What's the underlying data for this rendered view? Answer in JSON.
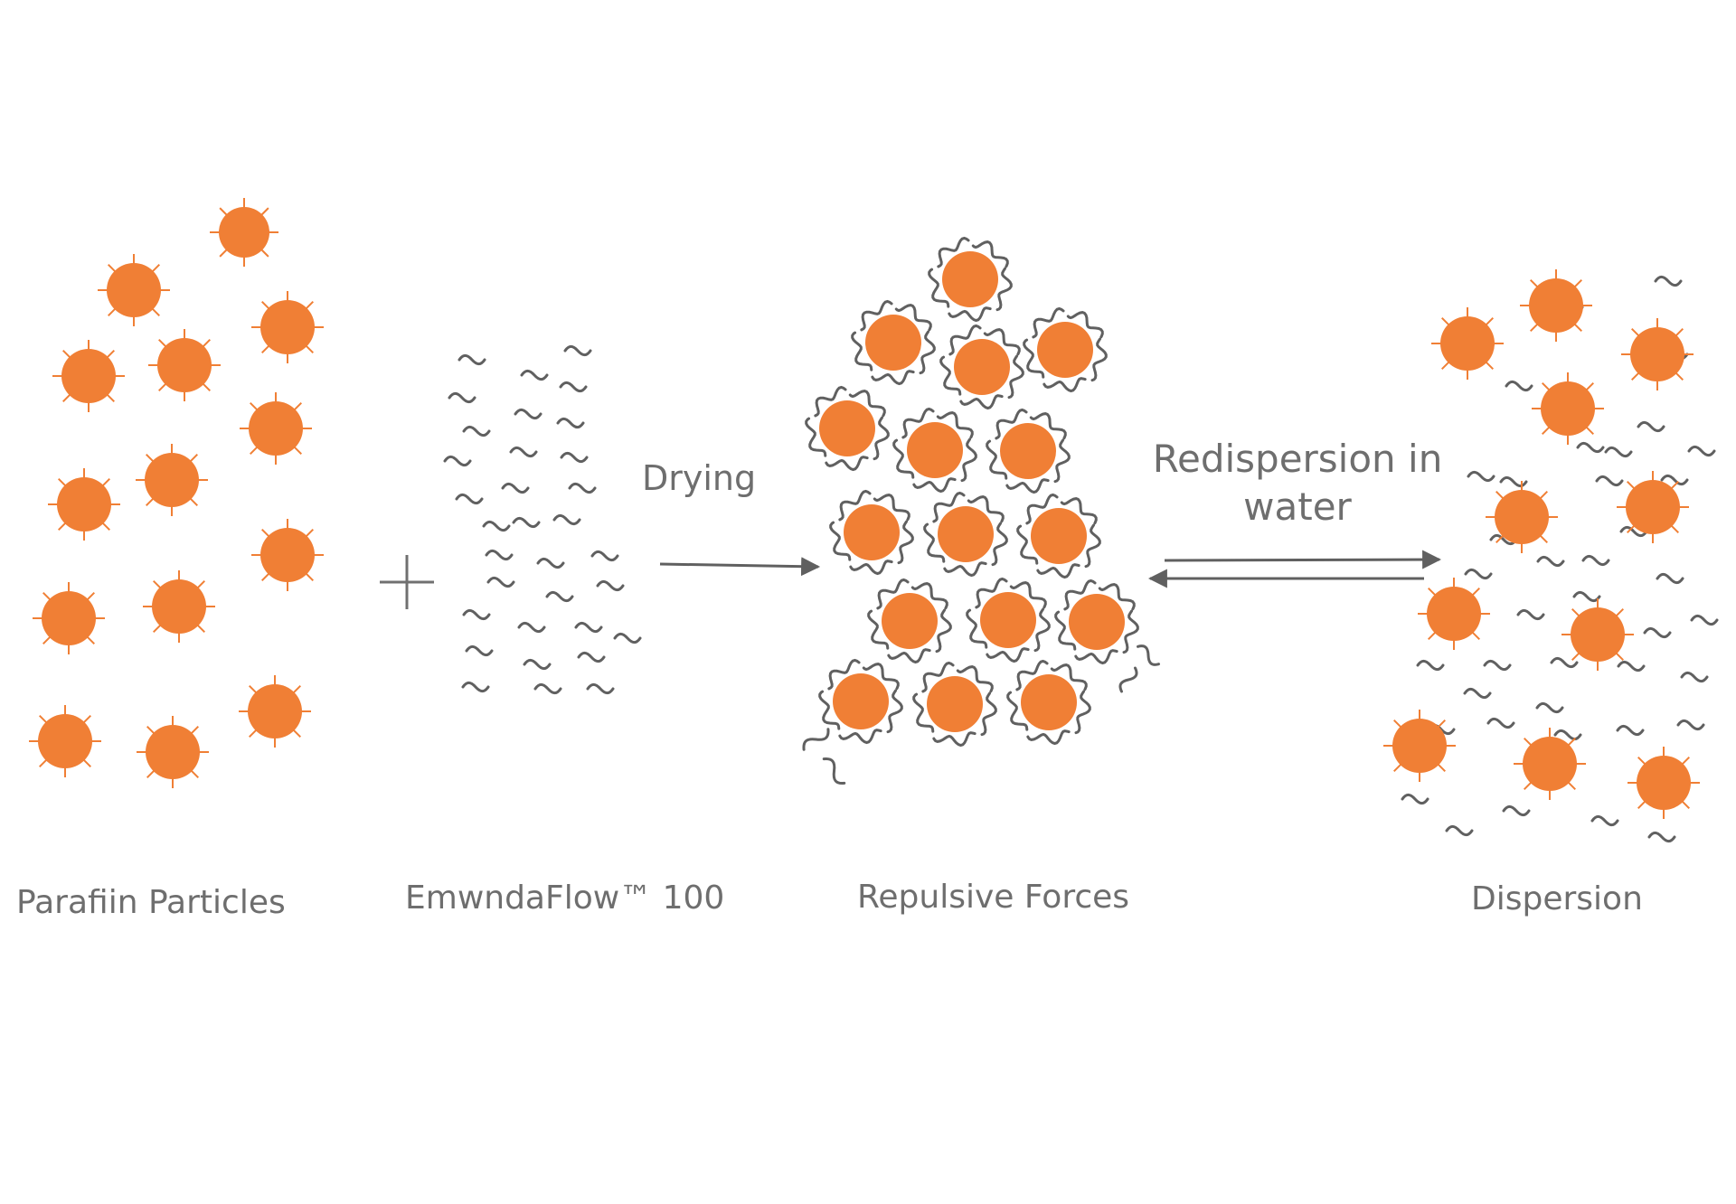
{
  "labels": {
    "paraffin": "Parafiin Particles",
    "flow": "EmwndaFlow™ 100",
    "drying": "Drying",
    "repulsive": "Repulsive Forces",
    "redispersion_line1": "Redispersion in",
    "redispersion_line2": "water",
    "dispersion": "Dispersion"
  },
  "colors": {
    "particle": "#f07f35",
    "polymer": "#606060",
    "text": "#6e6e6e"
  }
}
